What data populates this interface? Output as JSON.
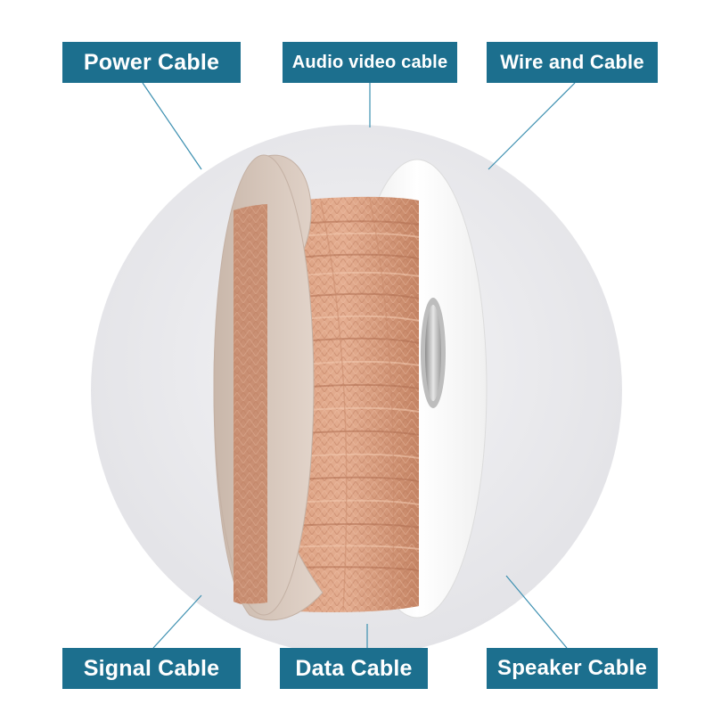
{
  "labels": {
    "power": "Power Cable",
    "audio": "Audio video cable",
    "wire": "Wire and Cable",
    "signal": "Signal Cable",
    "data": "Data Cable",
    "speaker": "Speaker Cable"
  },
  "colors": {
    "label_bg": "#1c6f8e",
    "label_text": "#ffffff",
    "connector_line": "#3b8fb0",
    "backdrop_circle": "#ececef",
    "copper": "#d39a7a",
    "spool_left": "#dacbc0",
    "spool_right": "#f7f7f7"
  },
  "product": {
    "icon": "copper-braided-sleeve-spool-icon"
  }
}
